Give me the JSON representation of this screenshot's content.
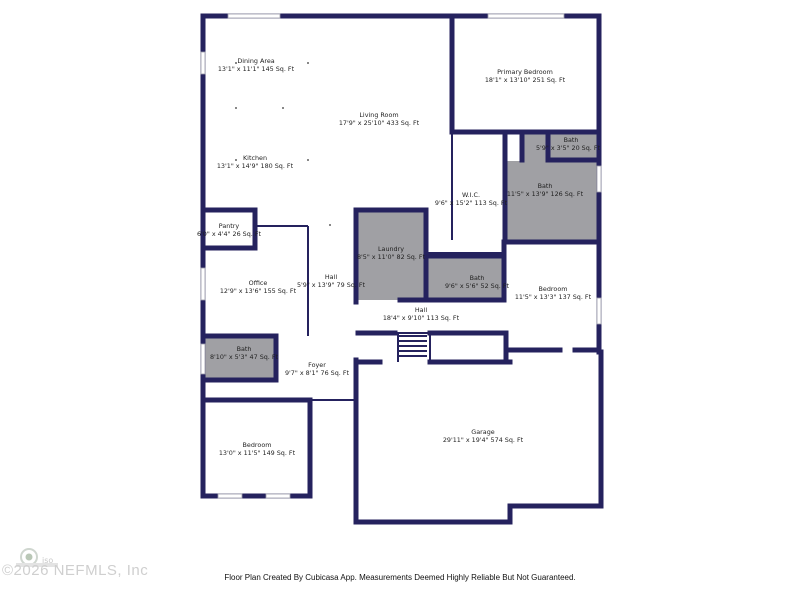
{
  "rooms": [
    {
      "key": "dining",
      "name": "Dining Area",
      "dims": "13'1\" x 11'1\" 145 Sq. Ft"
    },
    {
      "key": "living",
      "name": "Living Room",
      "dims": "17'9\" x 25'10\" 433 Sq. Ft"
    },
    {
      "key": "primary",
      "name": "Primary Bedroom",
      "dims": "18'1\" x 13'10\" 251 Sq. Ft"
    },
    {
      "key": "bath_small",
      "name": "Bath",
      "dims": "5'9\" x 3'5\" 20 Sq. Ft"
    },
    {
      "key": "kitchen",
      "name": "Kitchen",
      "dims": "13'1\" x 14'9\" 180 Sq. Ft"
    },
    {
      "key": "wic",
      "name": "W.I.C.",
      "dims": "9'6\" x 15'2\" 113 Sq. Ft"
    },
    {
      "key": "bath_primary",
      "name": "Bath",
      "dims": "11'5\" x 13'9\" 126 Sq. Ft"
    },
    {
      "key": "pantry",
      "name": "Pantry",
      "dims": "6'0\" x 4'4\" 26 Sq. Ft"
    },
    {
      "key": "laundry",
      "name": "Laundry",
      "dims": "8'5\" x 11'0\" 82 Sq. Ft"
    },
    {
      "key": "hall1",
      "name": "Hall",
      "dims": "5'9\" x 13'9\" 79 Sq. Ft"
    },
    {
      "key": "bath_mid",
      "name": "Bath",
      "dims": "9'6\" x 5'6\" 52 Sq. Ft"
    },
    {
      "key": "office",
      "name": "Office",
      "dims": "12'9\" x 13'6\" 155 Sq. Ft"
    },
    {
      "key": "bedroom_right",
      "name": "Bedroom",
      "dims": "11'5\" x 13'3\" 137 Sq. Ft"
    },
    {
      "key": "hall2",
      "name": "Hall",
      "dims": "18'4\" x 9'10\" 113 Sq. Ft"
    },
    {
      "key": "bath_left",
      "name": "Bath",
      "dims": "8'10\" x 5'3\" 47 Sq. Ft"
    },
    {
      "key": "foyer",
      "name": "Foyer",
      "dims": "9'7\" x 8'1\" 76 Sq. Ft"
    },
    {
      "key": "garage",
      "name": "Garage",
      "dims": "29'11\" x 19'4\" 574 Sq. Ft"
    },
    {
      "key": "bedroom_left",
      "name": "Bedroom",
      "dims": "13'0\" x 11'5\" 149 Sq. Ft"
    }
  ],
  "footer": "Floor Plan Created By Cubicasa App. Measurements Deemed Highly Reliable But Not Guaranteed.",
  "watermark": "©2026 NEFMLS, Inc",
  "colors": {
    "wall": "#25225e",
    "bath_fill": "#a0a0a4",
    "background": "#ffffff"
  }
}
